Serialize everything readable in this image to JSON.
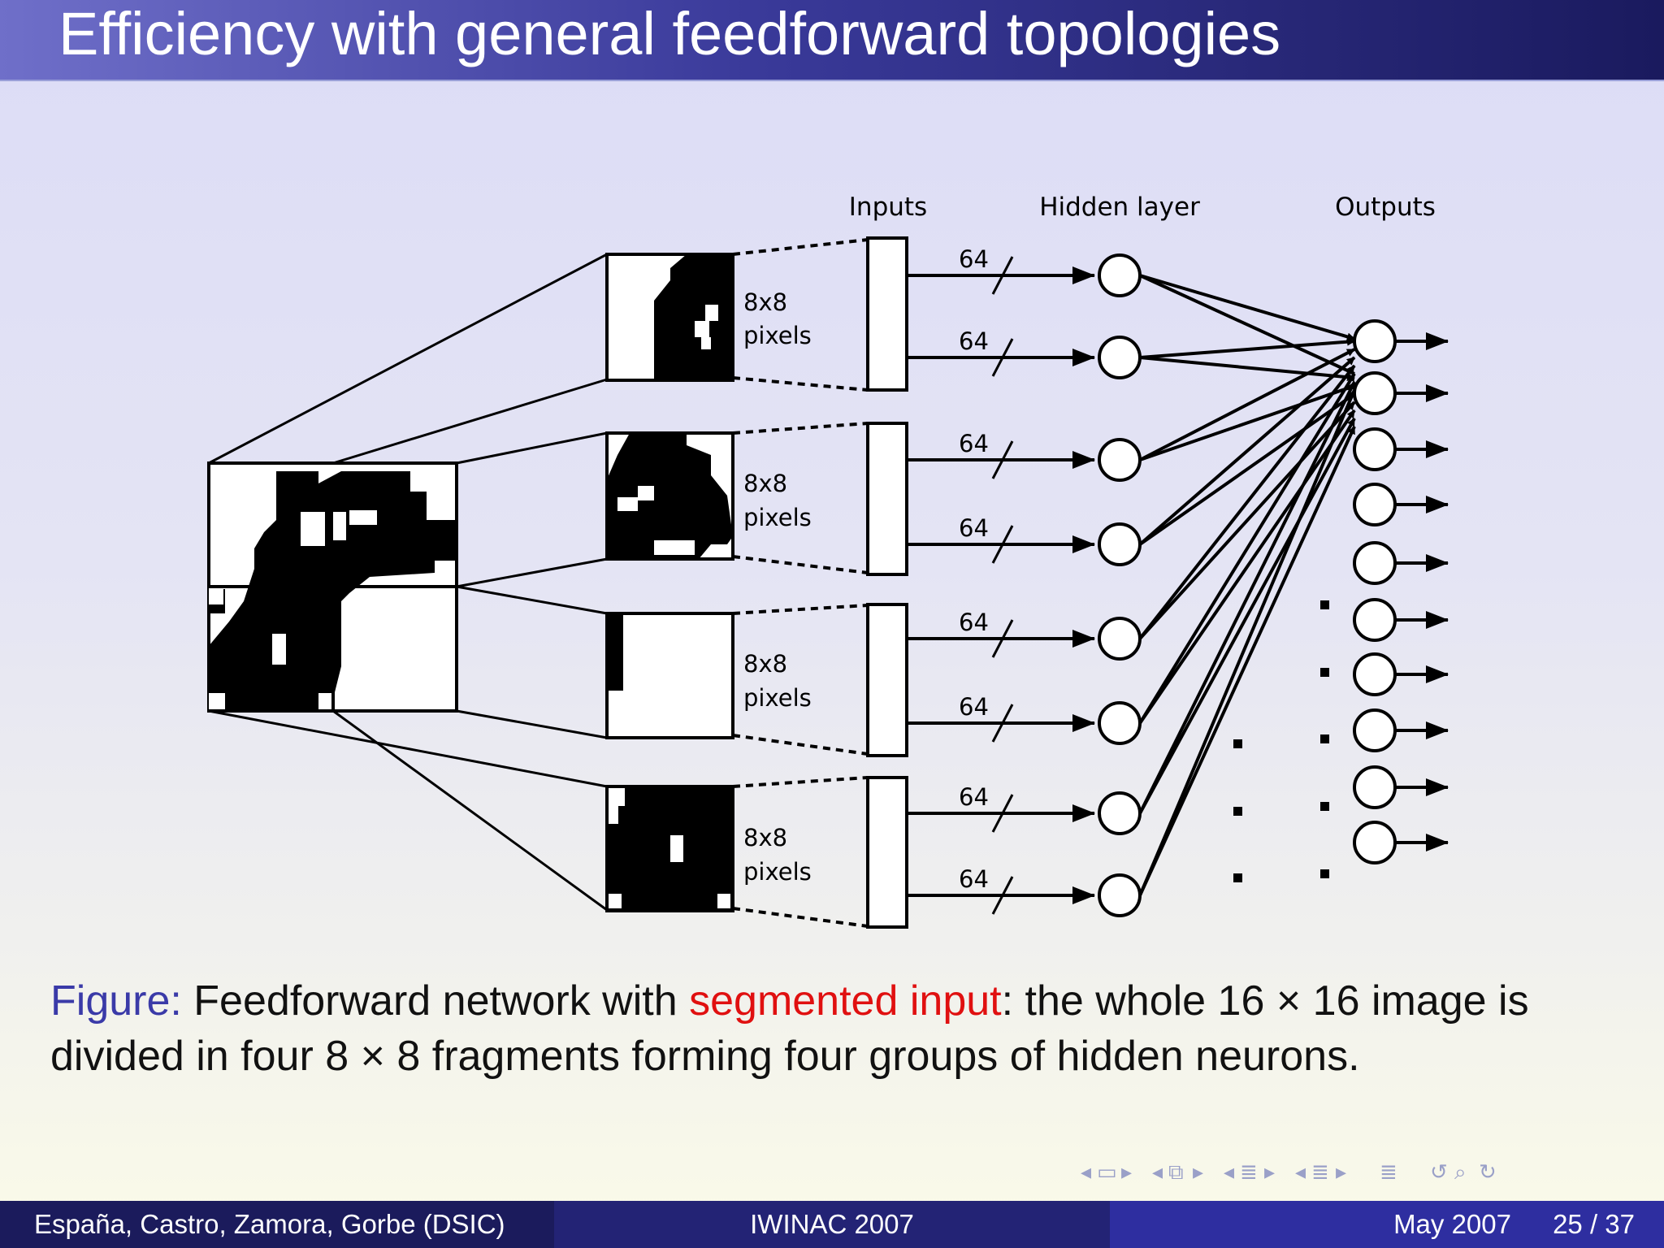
{
  "header": {
    "title": "Efficiency with general feedforward topologies"
  },
  "diagram": {
    "column_labels": {
      "inputs": "Inputs",
      "hidden": "Hidden layer",
      "outputs": "Outputs"
    },
    "fragment_label_line1": "8x8",
    "fragment_label_line2": "pixels",
    "connection_count": "64",
    "colors": {
      "ink": "#000000",
      "background": "#ffffff"
    }
  },
  "caption": {
    "label": "Figure:",
    "text_before": " Feedforward network with ",
    "emphasis": "segmented input",
    "text_after": ": the whole 16 × 16 image is divided in four 8 × 8 fragments forming four groups of hidden neurons.",
    "label_color": "#3a3aa8",
    "emphasis_color": "#e01010"
  },
  "navigation": {
    "icons": [
      "nav-prev-arrow-icon",
      "frame-icon",
      "nav-next-arrow-icon",
      "nav-prev-arrow-icon",
      "slides-icon",
      "nav-next-arrow-icon",
      "nav-prev-arrow-icon",
      "section-icon",
      "nav-next-arrow-icon",
      "nav-prev-arrow-icon",
      "subsection-icon",
      "nav-next-arrow-icon",
      "toc-icon",
      "undo-icon",
      "search-icon",
      "redo-icon"
    ]
  },
  "footer": {
    "authors": "España, Castro, Zamora, Gorbe  (DSIC)",
    "conference": "IWINAC 2007",
    "date": "May 2007",
    "page": "25 / 37"
  }
}
